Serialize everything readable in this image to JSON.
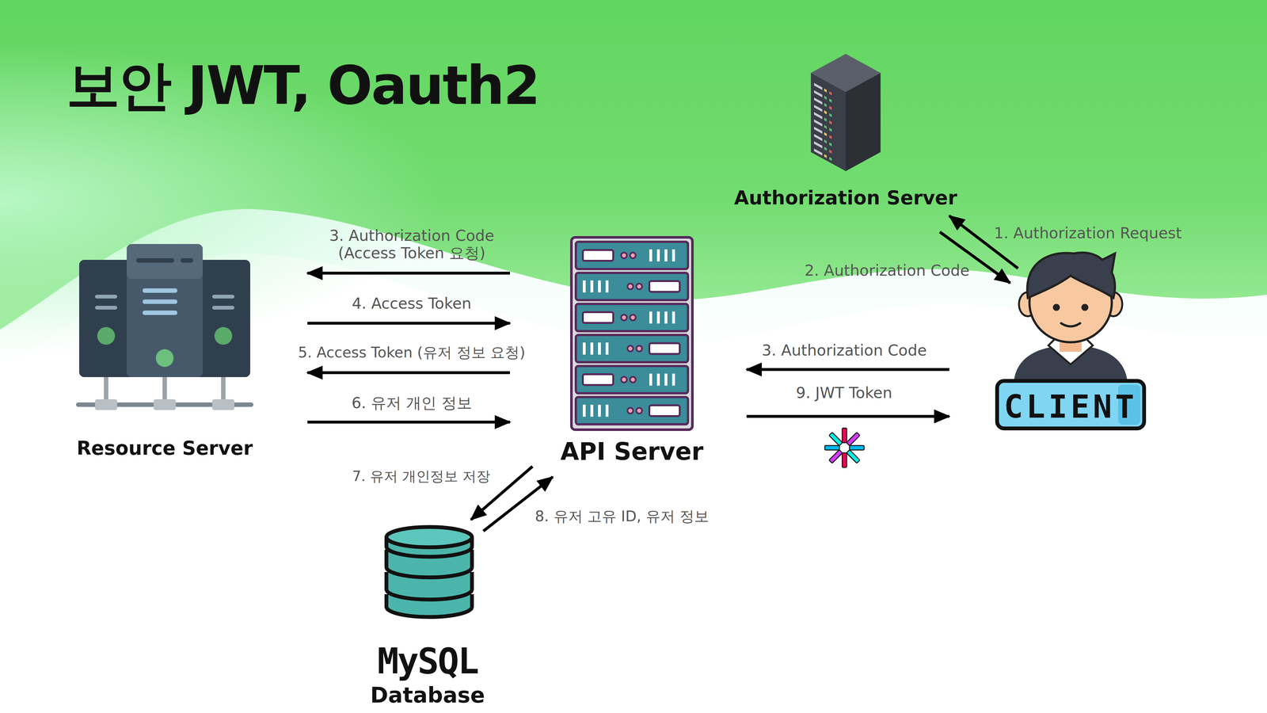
{
  "diagram": {
    "title": "보안 JWT, Oauth2",
    "nodes": [
      {
        "text": [
          "Authorization Server"
        ]
      },
      {
        "text": [
          "Resource Server"
        ]
      },
      {
        "text": [
          "API Server"
        ]
      },
      {
        "text": [
          "CLIENT"
        ]
      },
      {
        "text": [
          "MySQL",
          "Database"
        ]
      }
    ],
    "edges": [
      {
        "from": 3,
        "to": 0,
        "arrow": "to",
        "label": "1. Authorization Request"
      },
      {
        "from": 0,
        "to": 3,
        "arrow": "to",
        "label": "2. Authorization Code"
      },
      {
        "from": 2,
        "to": 1,
        "arrow": "to",
        "label": "3. Authorization Code (Access Token 요청)"
      },
      {
        "from": 1,
        "to": 2,
        "arrow": "to",
        "label": "4. Access Token"
      },
      {
        "from": 2,
        "to": 1,
        "arrow": "to",
        "label": "5. Access Token (유저 정보 요청)"
      },
      {
        "from": 1,
        "to": 2,
        "arrow": "to",
        "label": "6. 유저 개인 정보"
      },
      {
        "from": 3,
        "to": 2,
        "arrow": "to",
        "label": "3. Authorization Code"
      },
      {
        "from": 2,
        "to": 3,
        "arrow": "to",
        "label": "9. JWT Token"
      },
      {
        "from": 2,
        "to": 4,
        "arrow": "to",
        "label": "7. 유저 개인정보 저장"
      },
      {
        "from": 4,
        "to": 2,
        "arrow": "to",
        "label": "8. 유저 고유 ID, 유저 정보"
      }
    ]
  }
}
